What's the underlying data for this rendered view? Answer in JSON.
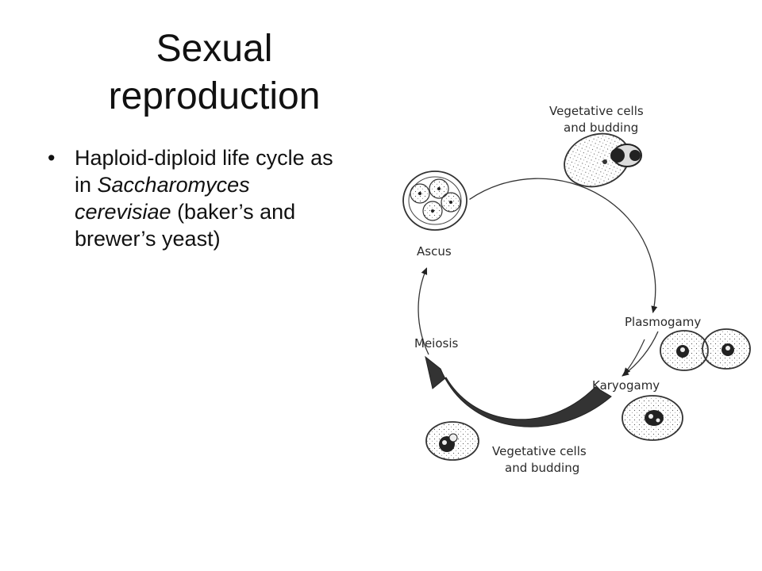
{
  "slide": {
    "title_line1": "Sexual",
    "title_line2": "reproduction",
    "bullet": {
      "mark": "•",
      "text_start": "Haploid-diploid life cycle as in ",
      "italic": "Saccharomyces cerevisiae",
      "text_end": " (baker’s and brewer’s yeast)"
    }
  },
  "diagram": {
    "labels": {
      "vegetative_top_line1": "Vegetative cells",
      "vegetative_top_line2": "and budding",
      "ascus": "Ascus",
      "plasmogamy": "Plasmogamy",
      "meiosis": "Meiosis",
      "karyogamy": "Karyogamy",
      "vegetative_bottom_line1": "Vegetative cells",
      "vegetative_bottom_line2": "and budding"
    }
  }
}
